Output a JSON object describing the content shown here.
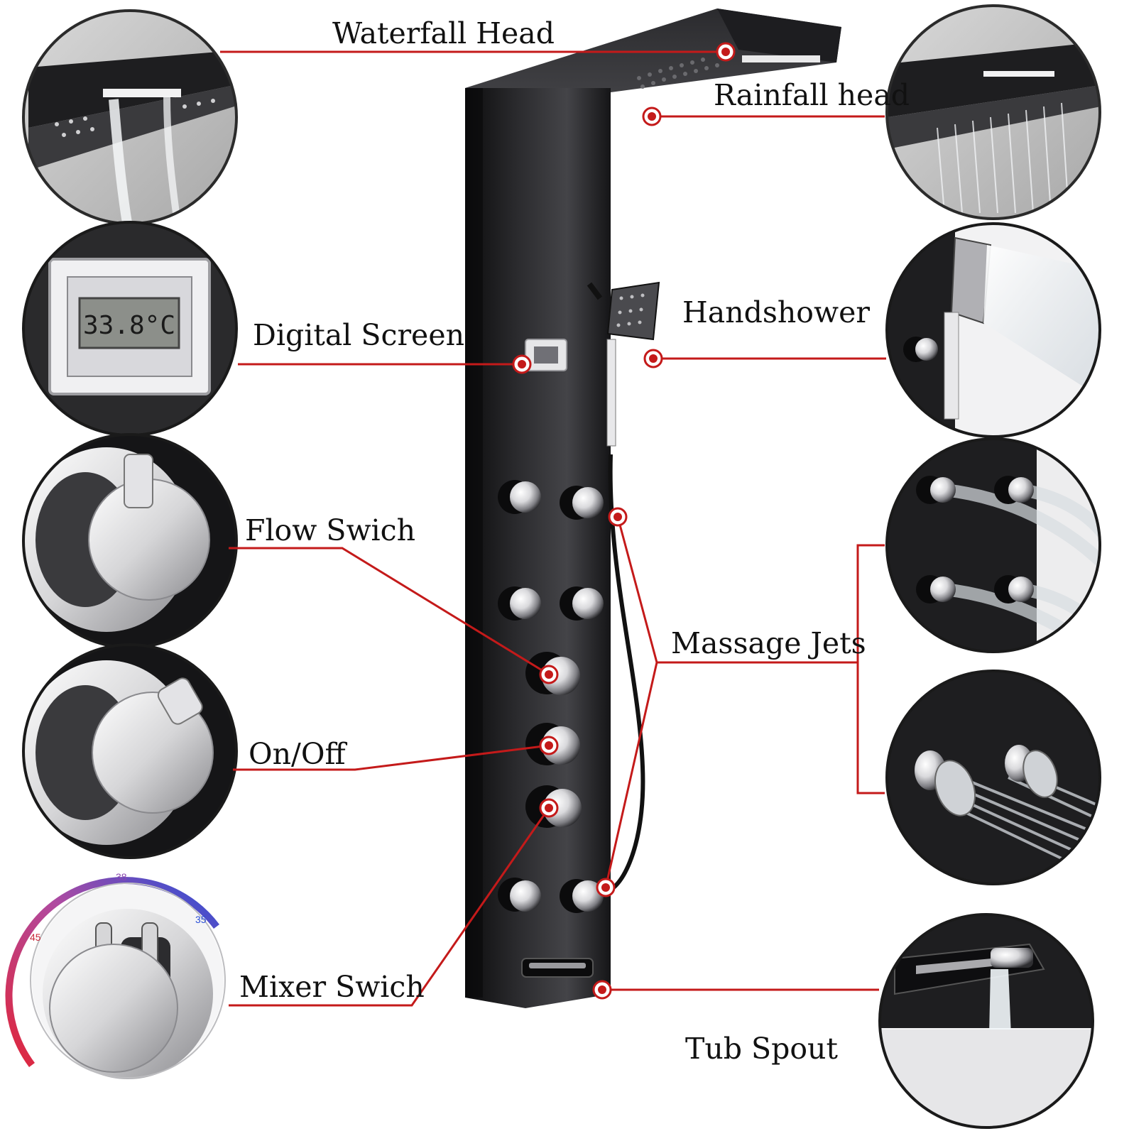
{
  "labels": {
    "waterfall_head": "Waterfall Head",
    "rainfall_head": "Rainfall head",
    "digital_screen": "Digital Screen",
    "handshower": "Handshower",
    "flow_switch": "Flow Swich",
    "massage_jets": "Massage Jets",
    "on_off": "On/Off",
    "mixer_switch": "Mixer Swich",
    "tub_spout": "Tub Spout"
  },
  "display": {
    "temperature": "33.8°C"
  },
  "dial": {
    "left_value": "45",
    "top_value": "38",
    "right_value": "35"
  },
  "colors": {
    "leader_line": "#c41a1a",
    "panel": "#1c1c1e",
    "chrome": "#e8e8ea",
    "hot": "#d8283c",
    "cold": "#2a4fd8"
  }
}
